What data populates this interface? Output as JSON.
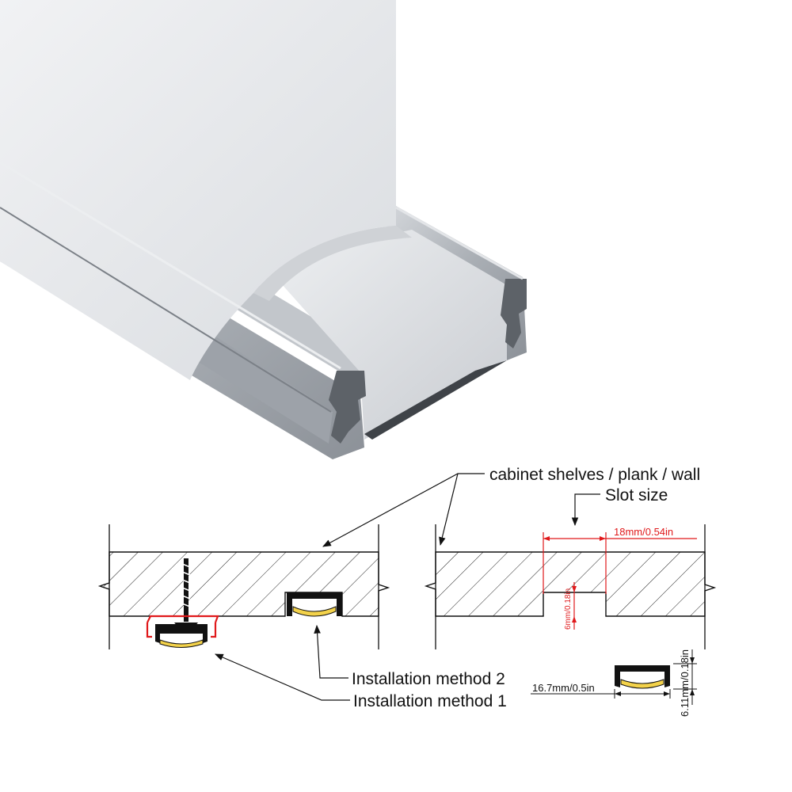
{
  "labels": {
    "cabinet": "cabinet shelves / plank / wall",
    "slot_size": "Slot size",
    "method2": "Installation method 2",
    "method1": "Installation method 1",
    "slot_width": "18mm/0.54in",
    "slot_depth": "6mm/0.18in",
    "profile_width": "16.7mm/0.5in",
    "profile_height": "6.11mm/0.18in"
  },
  "colors": {
    "outline": "#111111",
    "dimension_red": "#e0191b",
    "led_yellow": "#f3d24a",
    "aluminium": "#b9bec4",
    "diffuser": "#e8eaee"
  }
}
